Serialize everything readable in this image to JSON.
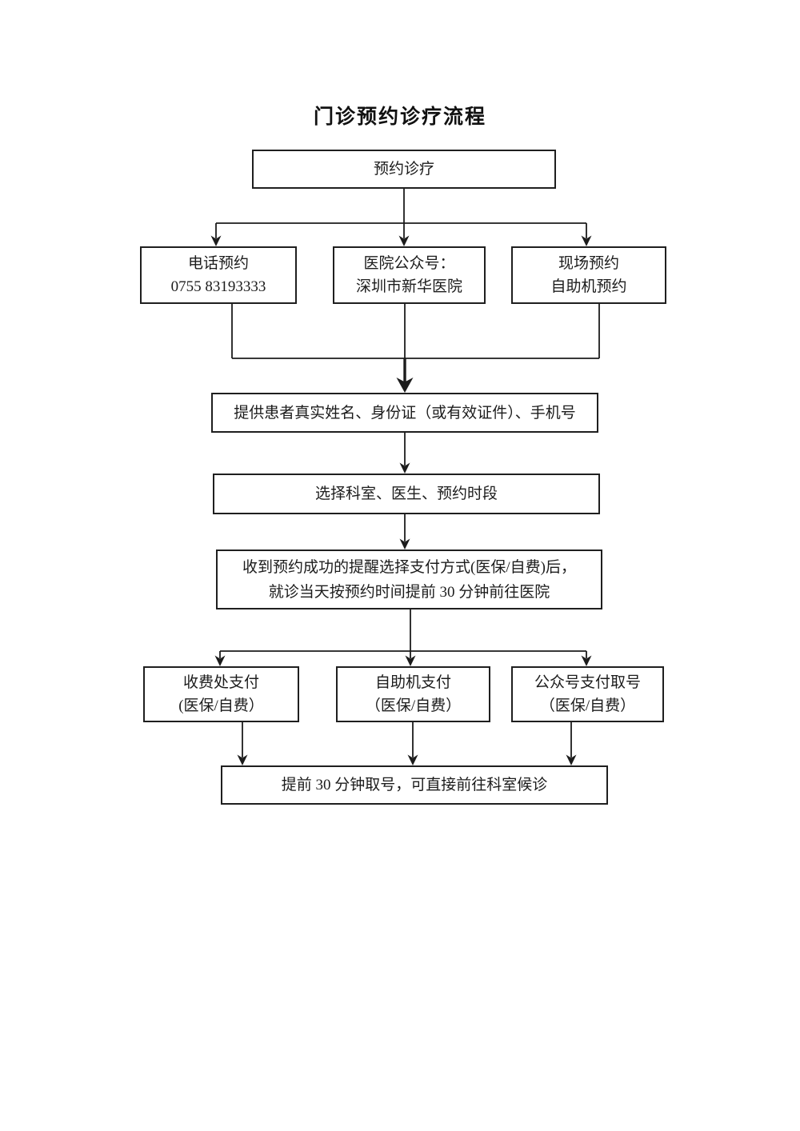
{
  "title": "门诊预约诊疗流程",
  "colors": {
    "ink": "#1c1c1c",
    "background": "#ffffff"
  },
  "flowchart": {
    "start": {
      "label": "预约诊疗"
    },
    "booking_methods": [
      {
        "lines": [
          "电话预约",
          "0755 83193333"
        ]
      },
      {
        "lines": [
          "医院公众号：",
          "深圳市新华医院"
        ]
      },
      {
        "lines": [
          "现场预约",
          "自助机预约"
        ]
      }
    ],
    "provide_info": {
      "label": "提供患者真实姓名、身份证（或有效证件）、手机号"
    },
    "select_step": {
      "label": "选择科室、医生、预约时段"
    },
    "reminder": {
      "lines": [
        "收到预约成功的提醒选择支付方式(医保/自费)后，",
        "就诊当天按预约时间提前 30 分钟前往医院"
      ]
    },
    "payment_methods": [
      {
        "lines": [
          "收费处支付",
          "(医保/自费）"
        ]
      },
      {
        "lines": [
          "自助机支付",
          "（医保/自费）"
        ]
      },
      {
        "lines": [
          "公众号支付取号",
          "（医保/自费）"
        ]
      }
    ],
    "final_step": {
      "label": "提前 30 分钟取号，可直接前往科室候诊"
    }
  }
}
